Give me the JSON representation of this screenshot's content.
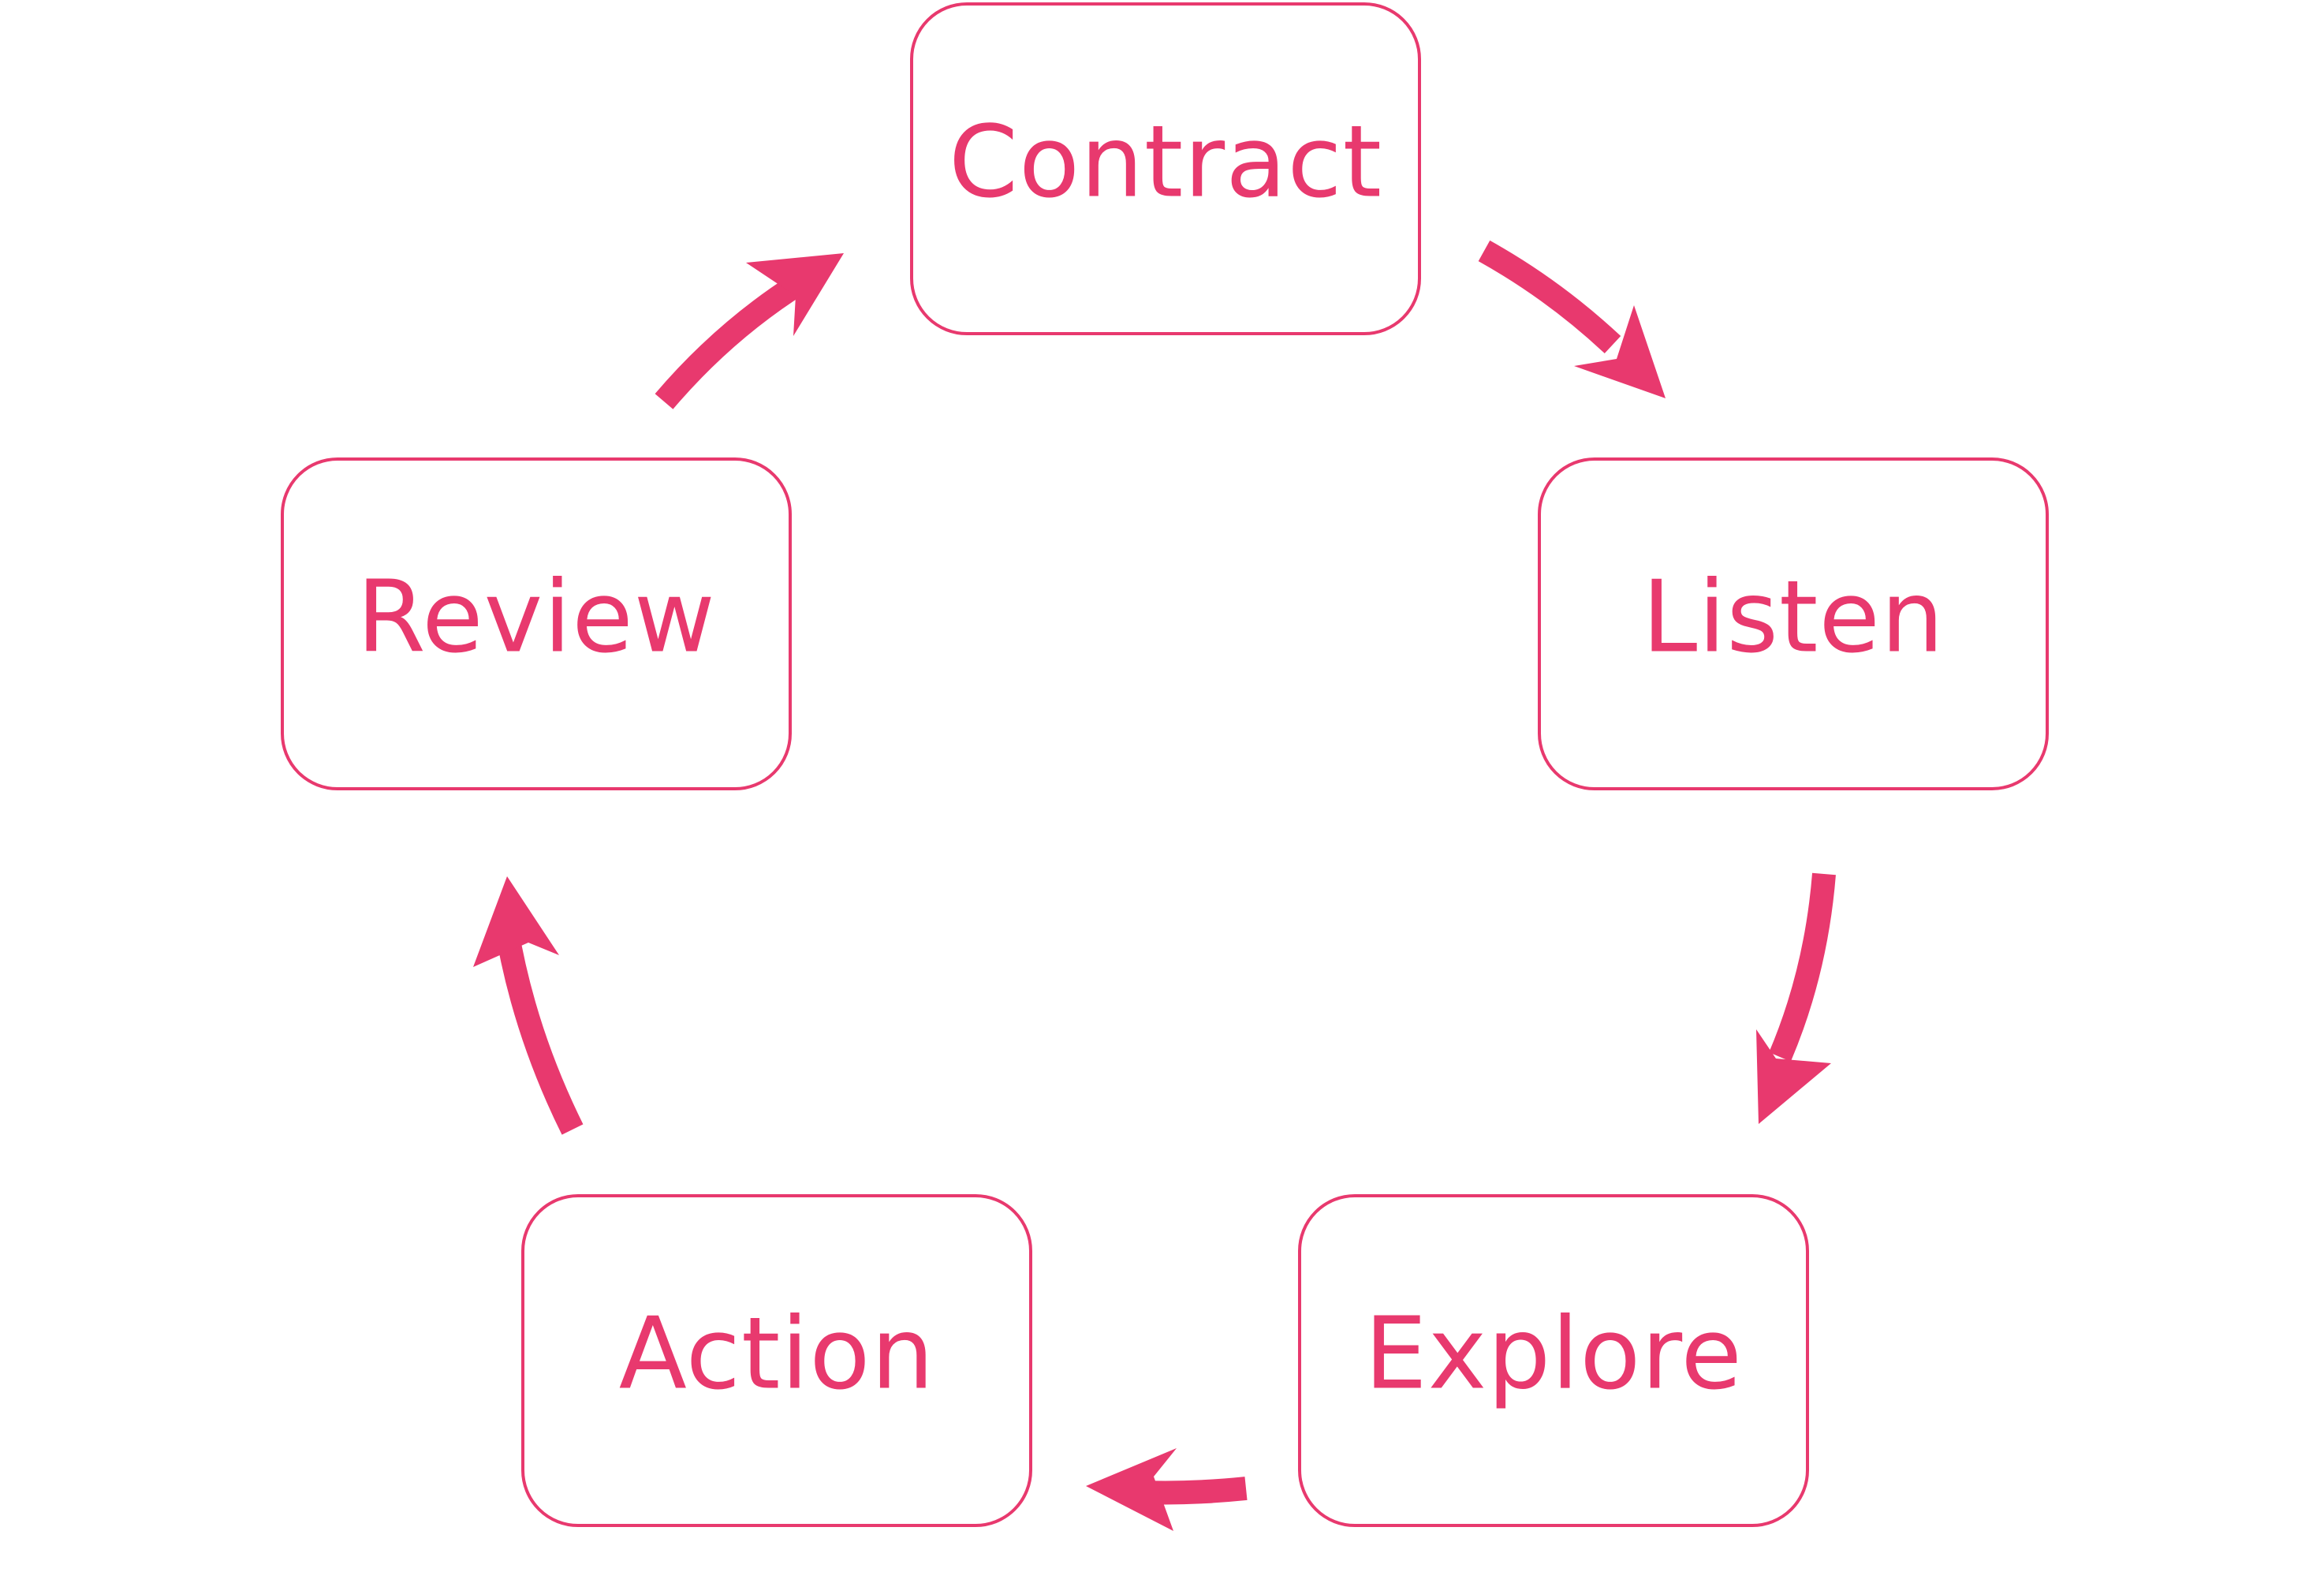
{
  "diagram": {
    "type": "cycle",
    "accent_color": "#e8396e",
    "background_color": "#ffffff",
    "stages": [
      {
        "id": "contract",
        "label": "Contract"
      },
      {
        "id": "listen",
        "label": "Listen"
      },
      {
        "id": "explore",
        "label": "Explore"
      },
      {
        "id": "action",
        "label": "Action"
      },
      {
        "id": "review",
        "label": "Review"
      }
    ],
    "arrows": [
      {
        "from": "contract",
        "to": "listen"
      },
      {
        "from": "listen",
        "to": "explore"
      },
      {
        "from": "explore",
        "to": "action"
      },
      {
        "from": "action",
        "to": "review"
      },
      {
        "from": "review",
        "to": "contract"
      }
    ]
  }
}
